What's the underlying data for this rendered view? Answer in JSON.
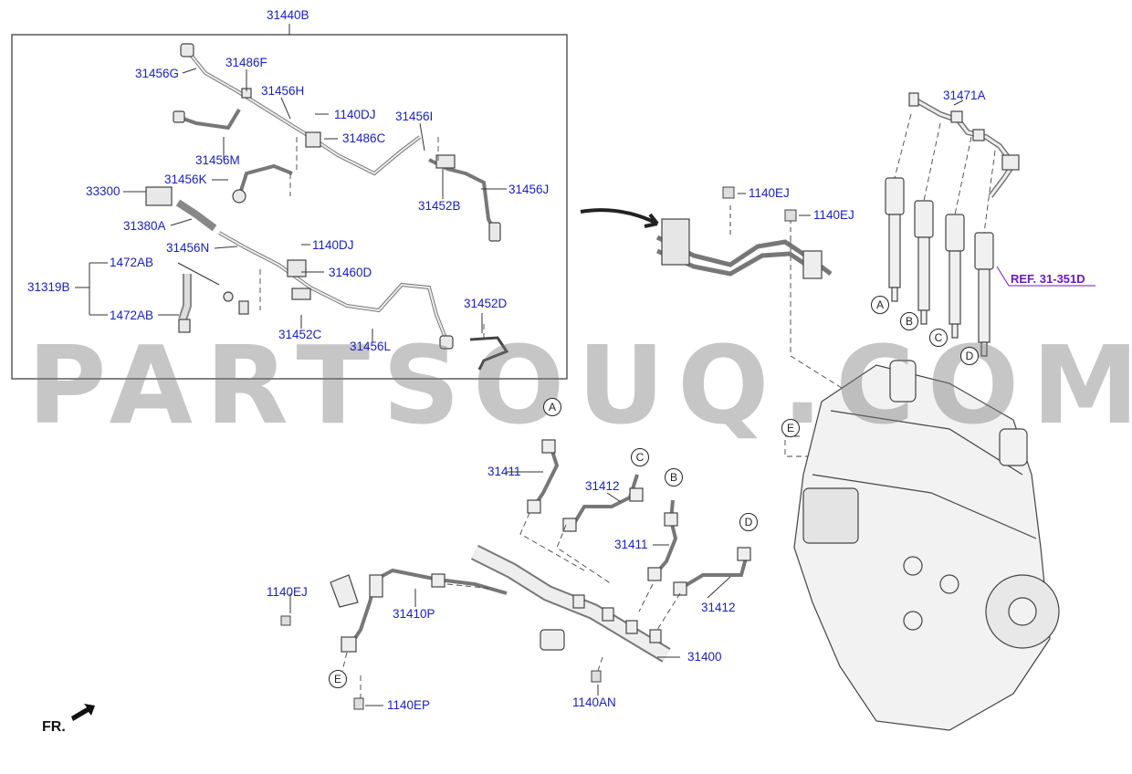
{
  "group_box_label": "31440B",
  "ref_label": "REF. 31-351D",
  "front_label": "FR.",
  "watermark": "PARTSOUQ.COM",
  "part_labels": [
    "31486F",
    "31456G",
    "31456H",
    "1140DJ",
    "31456I",
    "31486C",
    "31456M",
    "31456K",
    "33300",
    "31452B",
    "31456J",
    "31380A",
    "31456N",
    "1140DJ",
    "1472AB",
    "31460D",
    "31319B",
    "1472AB",
    "31452D",
    "31452C",
    "31456L",
    "31471A",
    "1140EJ",
    "1140EJ",
    "31411",
    "31412",
    "31411",
    "31412",
    "31410P",
    "1140EJ",
    "31400",
    "1140AN",
    "1140EP"
  ],
  "circle_labels": [
    "A",
    "B",
    "C",
    "D",
    "A",
    "C",
    "B",
    "D",
    "E",
    "E"
  ]
}
